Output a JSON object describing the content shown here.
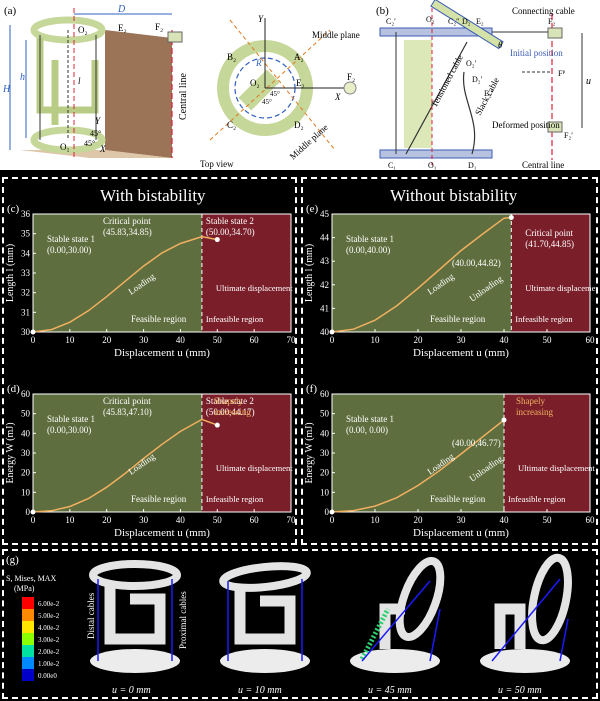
{
  "panel_labels": {
    "a": "(a)",
    "b": "(b)",
    "c": "(c)",
    "d": "(d)",
    "e": "(e)",
    "f": "(f)",
    "g": "(g)"
  },
  "panel_a": {
    "D": "D",
    "H": "H",
    "h": "h",
    "l": "l",
    "O2": "O₂",
    "E2": "E₂",
    "F2": "F₂",
    "X": "X",
    "Y": "Y",
    "O1": "O₁",
    "angle1": "45°",
    "angle2": "45°",
    "central_line": "Central line",
    "top": {
      "B2": "B₂",
      "A2": "A₂",
      "C2": "C₂",
      "D2": "D₂",
      "O2": "O₂",
      "E2": "E₂",
      "F2": "F₂",
      "R": "R",
      "X": "X",
      "Y": "Y",
      "a1": "45°",
      "a2": "45°"
    },
    "middle_plane_1": "Middle plane",
    "middle_plane_2": "Middle plane",
    "top_view": "Top view"
  },
  "panel_b": {
    "connecting_cable": "Connecting cable",
    "initial_position": "Initial position",
    "tensioned_cable": "Tensioned cable",
    "slack_cable": "Slack cable",
    "deformed_position": "Deformed position",
    "central_line": "Central line",
    "theta": "θ",
    "u": "u",
    "C2p": "C₂′",
    "O2": "O₂",
    "C2pp": "C₂″",
    "D2": "D₂",
    "E2": "E₂",
    "F2": "F₂",
    "O2p": "O₂′",
    "D2p": "D₂′",
    "FP": "Fᴾ",
    "E2p": "E₂′",
    "F2p": "F₂′",
    "C1": "C₁",
    "O1": "O₁",
    "D1": "D₁"
  },
  "headings": {
    "with": "With bistability",
    "without": "Without bistability"
  },
  "colors": {
    "feasible": "#5f6e3e",
    "infeasible": "#7a1f2a",
    "curve": "#f0b060",
    "frame": "#ffffff"
  },
  "chart_data": [
    {
      "id": "c",
      "type": "line",
      "xlabel": "Displacement u (mm)",
      "ylabel": "Length l (mm)",
      "xlim": [
        0,
        70
      ],
      "ylim": [
        30,
        36
      ],
      "xticks": [
        0,
        10,
        20,
        30,
        40,
        50,
        60,
        70
      ],
      "yticks": [
        30,
        31,
        32,
        33,
        34,
        35,
        36
      ],
      "x": [
        0,
        5,
        10,
        15,
        20,
        25,
        30,
        35,
        40,
        45.83,
        50
      ],
      "y": [
        30,
        30.12,
        30.5,
        31.08,
        31.8,
        32.58,
        33.35,
        34.02,
        34.5,
        34.85,
        34.7
      ],
      "boundary_x": 45.83,
      "annotations": {
        "crit": "Critical point",
        "crit_v": "(45.83,34.85)",
        "s1": "Stable state 1",
        "s1_v": "(0.00,30.00)",
        "s2": "Stable state 2",
        "s2_v": "(50.00,34.70)",
        "load": "Loading",
        "ult": "Ultimate displacement",
        "feas": "Feasible region",
        "infeas": "Infeasible region"
      }
    },
    {
      "id": "d",
      "type": "line",
      "xlabel": "Displacement u (mm)",
      "ylabel": "Energy W (mJ)",
      "xlim": [
        0,
        70
      ],
      "ylim": [
        0,
        60
      ],
      "xticks": [
        0,
        10,
        20,
        30,
        40,
        50,
        60,
        70
      ],
      "yticks": [
        0,
        10,
        20,
        30,
        40,
        50,
        60
      ],
      "x": [
        0,
        5,
        10,
        15,
        20,
        25,
        30,
        35,
        40,
        45.83,
        50
      ],
      "y": [
        0,
        0.6,
        2.8,
        6.8,
        12.6,
        19.6,
        27.2,
        34.4,
        41,
        47.1,
        44.17
      ],
      "boundary_x": 45.83,
      "annotations": {
        "crit": "Critical point",
        "crit_v": "(45.83,47.10)",
        "s1": "Stable state 1",
        "s1_v": "(0.00,30.00)",
        "s2": "Stable state 2",
        "s2_v": "(50.00,44.17)",
        "load": "Loading",
        "ult": "Ultimate displacement",
        "feas": "Feasible region",
        "infeas": "Infeasible region",
        "sharp": "Shapely increasing"
      }
    },
    {
      "id": "e",
      "type": "line",
      "xlabel": "Displacement u (mm)",
      "ylabel": "Length l (mm)",
      "xlim": [
        0,
        60
      ],
      "ylim": [
        40,
        45
      ],
      "xticks": [
        0,
        10,
        20,
        30,
        40,
        50,
        60
      ],
      "yticks": [
        40,
        41,
        42,
        43,
        44,
        45
      ],
      "x": [
        0,
        5,
        10,
        15,
        20,
        25,
        30,
        35,
        40,
        41.7
      ],
      "y": [
        40,
        40.12,
        40.5,
        41.1,
        41.85,
        42.65,
        43.45,
        44.15,
        44.82,
        44.85
      ],
      "boundary_x": 41.7,
      "annotations": {
        "crit": "Critical point",
        "crit_v": "(41.70,44.85)",
        "s1": "Stable state 1",
        "s1_v": "(0.00,40.00)",
        "pt": "(40.00,44.82)",
        "load": "Loading",
        "unload": "Unloading",
        "ult": "Ultimate displacement",
        "feas": "Feasible region",
        "infeas": "Infeasible region"
      }
    },
    {
      "id": "f",
      "type": "line",
      "xlabel": "Displacement u (mm)",
      "ylabel": "Energy W (mJ)",
      "xlim": [
        0,
        60
      ],
      "ylim": [
        0,
        60
      ],
      "xticks": [
        0,
        10,
        20,
        30,
        40,
        50,
        60
      ],
      "yticks": [
        0,
        10,
        20,
        30,
        40,
        50,
        60
      ],
      "x": [
        0,
        5,
        10,
        15,
        20,
        25,
        30,
        35,
        40
      ],
      "y": [
        0,
        0.7,
        3,
        7.2,
        13.5,
        21,
        29.5,
        38.2,
        46.77
      ],
      "boundary_x": 40,
      "annotations": {
        "s1": "Stable state 1",
        "s1_v": "(0.00, 0.00)",
        "pt": "(40.00,46.77)",
        "load": "Loading",
        "unload": "Unloading",
        "ult": "Ultimate displacement",
        "feas": "Feasible region",
        "infeas": "Infeasible region",
        "sharp": "Shapely increasing"
      }
    }
  ],
  "panel_g": {
    "legend_title": "S, Mises, MAX",
    "legend_unit": "(MPa)",
    "legend_values": [
      "6.00e-2",
      "5.00e-2",
      "4.00e-2",
      "3.00e-2",
      "2.00e-2",
      "1.00e-2",
      "0.00e0"
    ],
    "legend_colors": [
      "#ff0000",
      "#ff8a00",
      "#ffe600",
      "#8cff00",
      "#00e0a0",
      "#0088ff",
      "#0000c8"
    ],
    "distal": "Distal cables",
    "proximal": "Proximal cables",
    "captions": [
      "u = 0 mm",
      "u = 10 mm",
      "u = 45 mm",
      "u = 50 mm"
    ]
  }
}
